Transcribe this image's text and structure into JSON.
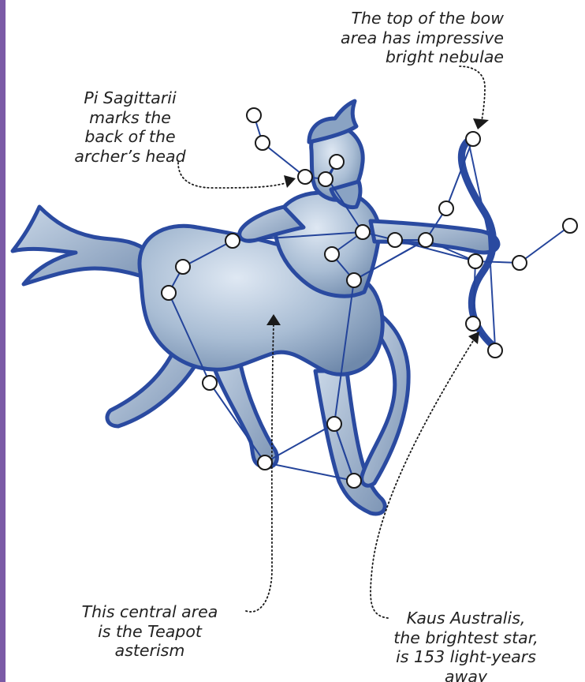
{
  "colors": {
    "side_bar": "#7b5aa6",
    "figure_fill": "#9fb6cf",
    "figure_outline": "#2a4aa0",
    "constellation_line": "#24449a",
    "star_fill": "#ffffff",
    "star_stroke": "#1a1a1a",
    "callout_text": "#222222"
  },
  "figure": {
    "subject": "centaur archer with drawn bow",
    "icon": "sagittarius-centaur-illustration"
  },
  "callouts": {
    "bow_top": {
      "lines": [
        "The top of the bow",
        "area has impressive",
        "bright nebulae"
      ]
    },
    "pi_sagittarii": {
      "lines": [
        "Pi Sagittarii",
        "marks the",
        "back of the",
        "archer’s head"
      ]
    },
    "teapot": {
      "lines": [
        "This central area",
        "is the Teapot",
        "asterism"
      ]
    },
    "kaus_australis": {
      "lines": [
        "Kaus Australis,",
        "the brightest star,",
        "is 153 light-years",
        "away"
      ]
    }
  }
}
